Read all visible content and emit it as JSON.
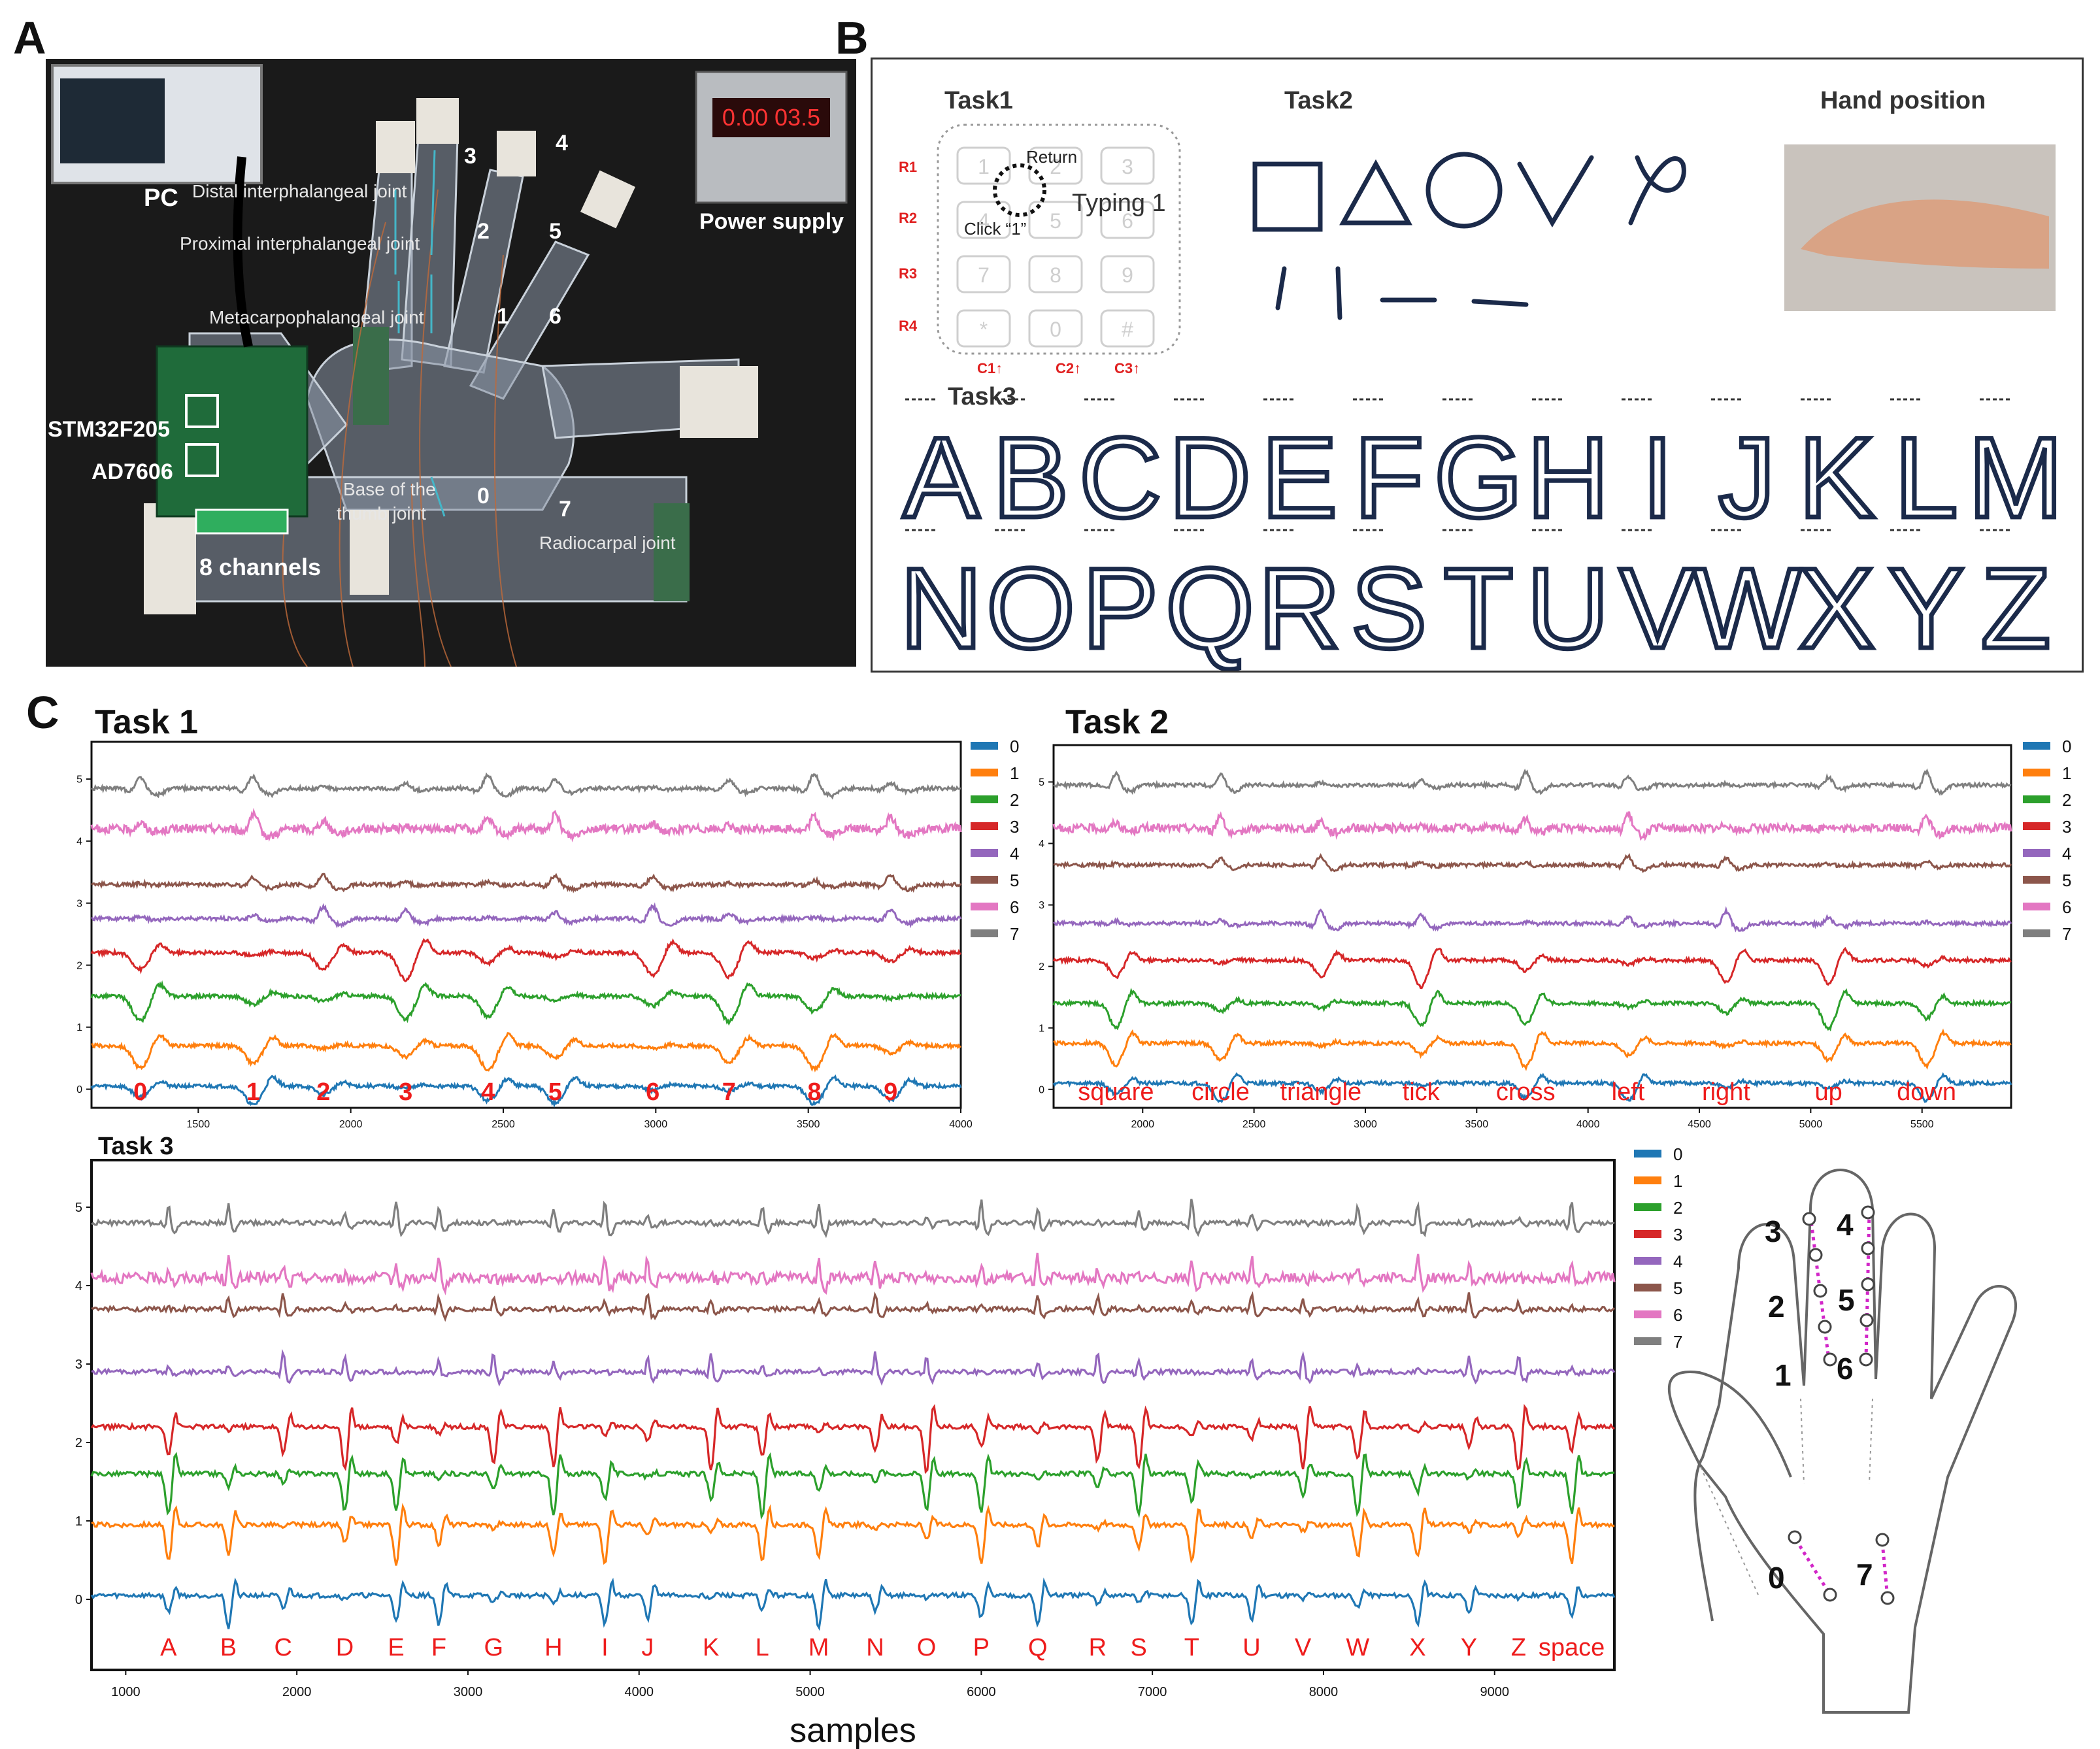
{
  "panels": {
    "a": "A",
    "b": "B",
    "c": "C"
  },
  "panelA": {
    "pc": "PC",
    "power": "Power supply",
    "display": "0.00 03.5",
    "chip1": "STM32F205",
    "chip2": "AD7606",
    "channels": "8 channels",
    "joints": [
      "Distal interphalangeal joint",
      "Proximal interphalangeal joint",
      "Metacarpophalangeal joint",
      "Base of the",
      "thumb joint",
      "Radiocarpal joint"
    ],
    "sensorNums": [
      "3",
      "4",
      "2",
      "5",
      "1",
      "6",
      "0",
      "7"
    ]
  },
  "panelB": {
    "task1": "Task1",
    "task2": "Task2",
    "task3": "Task3",
    "handPosition": "Hand position",
    "keypad": {
      "rows": [
        "R1",
        "R2",
        "R3",
        "R4"
      ],
      "cols": [
        "C1↑",
        "C2↑",
        "C3↑"
      ],
      "keys": [
        "1",
        "2",
        "3",
        "4",
        "5",
        "6",
        "7",
        "8",
        "9",
        "*",
        "0",
        "#"
      ],
      "return": "Return",
      "click": "Click “1”",
      "typing": "Typing 1"
    },
    "letters": [
      "A",
      "B",
      "C",
      "D",
      "E",
      "F",
      "G",
      "H",
      "I",
      "J",
      "K",
      "L",
      "M",
      "N",
      "O",
      "P",
      "Q",
      "R",
      "S",
      "T",
      "U",
      "V",
      "W",
      "X",
      "Y",
      "Z"
    ]
  },
  "panelC": {
    "legend": [
      "0",
      "1",
      "2",
      "3",
      "4",
      "5",
      "6",
      "7"
    ],
    "xAxisLabel": "samples"
  },
  "colors": [
    "#1f77b4",
    "#ff7f0e",
    "#2ca02c",
    "#d62728",
    "#9467bd",
    "#8c564b",
    "#e377c2",
    "#7f7f7f"
  ],
  "chart_data": [
    {
      "type": "line",
      "title": "Task 1",
      "xlim": [
        1150,
        4000
      ],
      "ylim": [
        -0.3,
        5.6
      ],
      "xticks": [
        1500,
        2000,
        2500,
        3000,
        3500,
        4000
      ],
      "yticks": [
        0,
        1,
        2,
        3,
        4,
        5
      ],
      "events": [
        "0",
        "1",
        "2",
        "3",
        "4",
        "5",
        "6",
        "7",
        "8",
        "9"
      ],
      "eventX": [
        1310,
        1680,
        1910,
        2180,
        2450,
        2670,
        2990,
        3240,
        3520,
        3770
      ],
      "series": [
        {
          "name": "0",
          "baseline": 0.05
        },
        {
          "name": "1",
          "baseline": 0.7
        },
        {
          "name": "2",
          "baseline": 1.5
        },
        {
          "name": "3",
          "baseline": 2.2
        },
        {
          "name": "4",
          "baseline": 2.75
        },
        {
          "name": "5",
          "baseline": 3.3
        },
        {
          "name": "6",
          "baseline": 4.2
        },
        {
          "name": "7",
          "baseline": 4.85
        }
      ]
    },
    {
      "type": "line",
      "title": "Task 2",
      "xlim": [
        1600,
        5900
      ],
      "ylim": [
        -0.3,
        5.6
      ],
      "xticks": [
        2000,
        2500,
        3000,
        3500,
        4000,
        4500,
        5000,
        5500
      ],
      "yticks": [
        0,
        1,
        2,
        3,
        4,
        5
      ],
      "events": [
        "square",
        "circle",
        "triangle",
        "tick",
        "cross",
        "left",
        "right",
        "up",
        "down"
      ],
      "eventX": [
        1880,
        2350,
        2800,
        3250,
        3720,
        4180,
        4620,
        5080,
        5520
      ],
      "series": [
        {
          "name": "0",
          "baseline": 0.1
        },
        {
          "name": "1",
          "baseline": 0.75
        },
        {
          "name": "2",
          "baseline": 1.4
        },
        {
          "name": "3",
          "baseline": 2.1
        },
        {
          "name": "4",
          "baseline": 2.7
        },
        {
          "name": "5",
          "baseline": 3.65
        },
        {
          "name": "6",
          "baseline": 4.25
        },
        {
          "name": "7",
          "baseline": 4.95
        }
      ]
    },
    {
      "type": "line",
      "title": "Task 3",
      "xlabel": "samples",
      "xlim": [
        800,
        9700
      ],
      "ylim": [
        -0.9,
        5.6
      ],
      "xticks": [
        1000,
        2000,
        3000,
        4000,
        5000,
        6000,
        7000,
        8000,
        9000
      ],
      "yticks": [
        0,
        1,
        2,
        3,
        4,
        5
      ],
      "events": [
        "A",
        "B",
        "C",
        "D",
        "E",
        "F",
        "G",
        "H",
        "I",
        "J",
        "K",
        "L",
        "M",
        "N",
        "O",
        "P",
        "Q",
        "R",
        "S",
        "T",
        "U",
        "V",
        "W",
        "X",
        "Y",
        "Z",
        "space"
      ],
      "eventX": [
        1250,
        1600,
        1920,
        2280,
        2580,
        2830,
        3150,
        3500,
        3800,
        4050,
        4420,
        4720,
        5050,
        5380,
        5680,
        6000,
        6330,
        6680,
        6920,
        7230,
        7580,
        7880,
        8200,
        8550,
        8850,
        9140,
        9450
      ],
      "series": [
        {
          "name": "0",
          "baseline": 0.05
        },
        {
          "name": "1",
          "baseline": 0.95
        },
        {
          "name": "2",
          "baseline": 1.6
        },
        {
          "name": "3",
          "baseline": 2.2
        },
        {
          "name": "4",
          "baseline": 2.9
        },
        {
          "name": "5",
          "baseline": 3.7
        },
        {
          "name": "6",
          "baseline": 4.1
        },
        {
          "name": "7",
          "baseline": 4.8
        }
      ]
    }
  ]
}
